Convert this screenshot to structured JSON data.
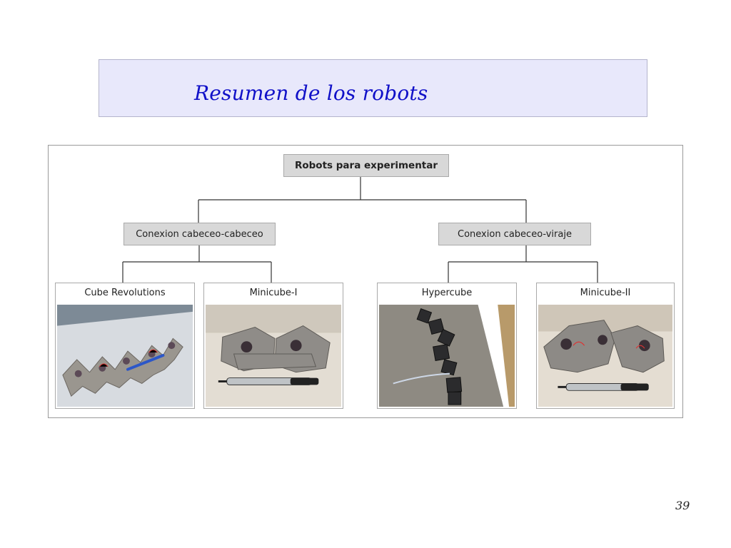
{
  "slide": {
    "title": "Resumen de los robots",
    "page_number": "39"
  },
  "diagram": {
    "root": "Robots para experimentar",
    "groups": [
      {
        "label": "Conexion cabeceo-cabeceo",
        "robots": [
          "Cube Revolutions",
          "Minicube-I"
        ]
      },
      {
        "label": "Conexion cabeceo-viraje",
        "robots": [
          "Hypercube",
          "Minicube-II"
        ]
      }
    ]
  }
}
